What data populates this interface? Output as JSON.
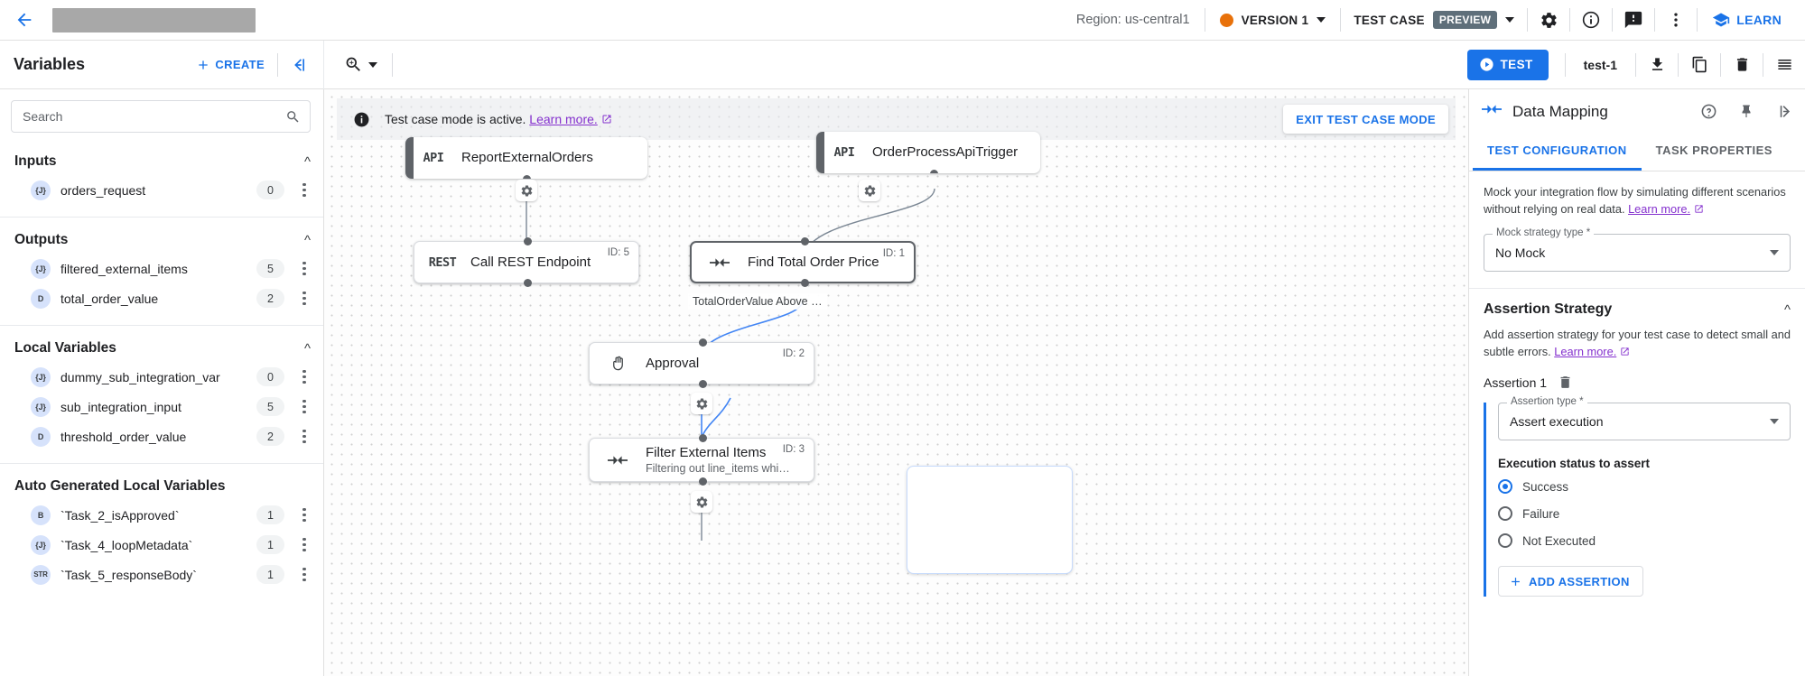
{
  "header": {
    "back_icon": "arrow-back-icon",
    "title_redacted": "",
    "region": "Region: us-central1",
    "version_label": "VERSION 1",
    "version_dot_color": "#e8710a",
    "testcase_label": "TEST CASE",
    "preview_chip": "PREVIEW",
    "icons": [
      "gear-icon",
      "info-icon",
      "feedback-icon",
      "more-vert-icon"
    ],
    "learn_label": "LEARN"
  },
  "toolbar": {
    "variables_title": "Variables",
    "create_label": "CREATE",
    "collapse_icon": "collapse-left-icon",
    "zoom_icon": "zoom-in-icon",
    "test_label": "TEST",
    "test_name": "test-1",
    "download_icon": "download-icon",
    "copy_icon": "copy-icon",
    "delete_icon": "delete-icon",
    "list_icon": "list-icon"
  },
  "sidebar": {
    "search": {
      "value": "",
      "placeholder": "Search",
      "icon": "search-icon"
    },
    "filter_icon": "filter-list-icon",
    "sections": [
      {
        "title": "Inputs",
        "expanded": true,
        "items": [
          {
            "badge": "{J}",
            "name": "orders_request",
            "count": "0"
          }
        ]
      },
      {
        "title": "Outputs",
        "expanded": true,
        "items": [
          {
            "badge": "{J}",
            "name": "filtered_external_items",
            "count": "5"
          },
          {
            "badge": "D",
            "name": "total_order_value",
            "count": "2"
          }
        ]
      },
      {
        "title": "Local Variables",
        "expanded": true,
        "items": [
          {
            "badge": "{J}",
            "name": "dummy_sub_integration_var",
            "count": "0"
          },
          {
            "badge": "{J}",
            "name": "sub_integration_input",
            "count": "5"
          },
          {
            "badge": "D",
            "name": "threshold_order_value",
            "count": "2"
          }
        ]
      },
      {
        "title": "Auto Generated Local Variables",
        "expanded": true,
        "items": [
          {
            "badge": "B",
            "name": "`Task_2_isApproved`",
            "count": "1"
          },
          {
            "badge": "{J}",
            "name": "`Task_4_loopMetadata`",
            "count": "1"
          },
          {
            "badge": "STR",
            "name": "`Task_5_responseBody`",
            "count": "1"
          }
        ]
      }
    ]
  },
  "canvas": {
    "banner": {
      "icon": "info-icon",
      "text": "Test case mode is active.",
      "link": "Learn more.",
      "external_icon": "open-in-new-icon"
    },
    "exit_button": "EXIT TEST CASE MODE",
    "nodes": [
      {
        "icon": "API",
        "title": "ReportExternalOrders",
        "sub": "",
        "id": ""
      },
      {
        "icon": "API",
        "title": "OrderProcessApiTrigger",
        "sub": "",
        "id": ""
      },
      {
        "icon": "REST",
        "title": "Call REST Endpoint",
        "sub": "",
        "id": "ID: 5"
      },
      {
        "icon": "mapping",
        "title": "Find Total Order Price",
        "sub": "",
        "id": "ID: 1"
      },
      {
        "icon": "approval-hand",
        "title": "Approval",
        "sub": "",
        "id": "ID: 2"
      },
      {
        "icon": "mapping",
        "title": "Filter External Items",
        "sub": "Filtering out line_items whi…",
        "id": "ID: 3"
      }
    ],
    "edge_label": "TotalOrderValue Above …"
  },
  "right_panel": {
    "icon": "data-mapping-icon",
    "title": "Data Mapping",
    "help_icon": "help-circle-icon",
    "pin_icon": "pin-icon",
    "expand_icon": "expand-right-icon",
    "tabs": [
      {
        "label": "TEST CONFIGURATION",
        "active": true
      },
      {
        "label": "TASK PROPERTIES",
        "active": false
      }
    ],
    "mock_desc": "Mock your integration flow by simulating different scenarios without relying on real data.",
    "mock_desc_link": "Learn more.",
    "mock_field_label": "Mock strategy type *",
    "mock_field_value": "No Mock",
    "assertion_section_title": "Assertion Strategy",
    "assertion_desc": "Add assertion strategy for your test case to detect small and subtle errors.",
    "assertion_desc_link": "Learn more.",
    "assertion_name": "Assertion 1",
    "assertion_delete_icon": "delete-icon",
    "assertion_type_label": "Assertion type *",
    "assertion_type_value": "Assert execution",
    "exec_status_title": "Execution status to assert",
    "radios": [
      {
        "label": "Success",
        "selected": true
      },
      {
        "label": "Failure",
        "selected": false
      },
      {
        "label": "Not Executed",
        "selected": false
      }
    ],
    "add_assertion_label": "ADD ASSERTION"
  },
  "colors": {
    "accent": "#1a73e8",
    "purple_link": "#8430ce",
    "orange": "#e8710a",
    "chip": "#5f6f7a"
  }
}
